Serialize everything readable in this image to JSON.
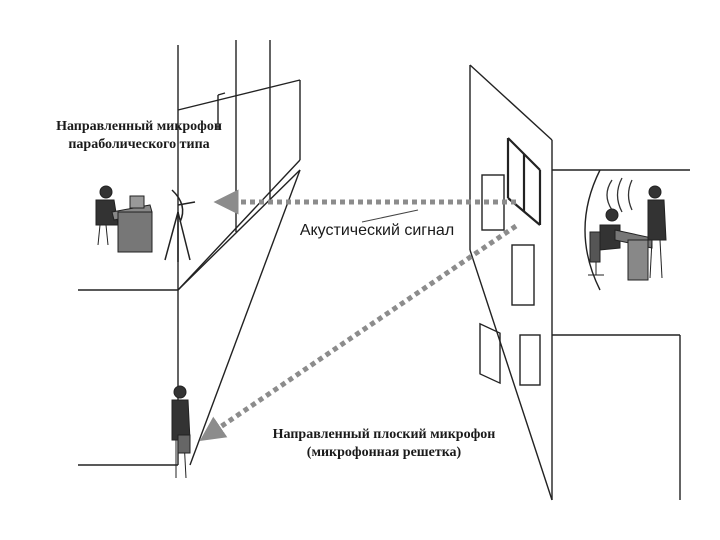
{
  "labels": {
    "parabolic_line1": "Направленный микрофон",
    "parabolic_line2": "параболического типа",
    "acoustic_signal": "Акустический сигнал",
    "flat_line1": "Направленный плоский микрофон",
    "flat_line2": "(микрофонная решетка)"
  },
  "colors": {
    "ink": "#1a1a1a",
    "arrow": "#8c8c8c",
    "background": "#ffffff"
  }
}
